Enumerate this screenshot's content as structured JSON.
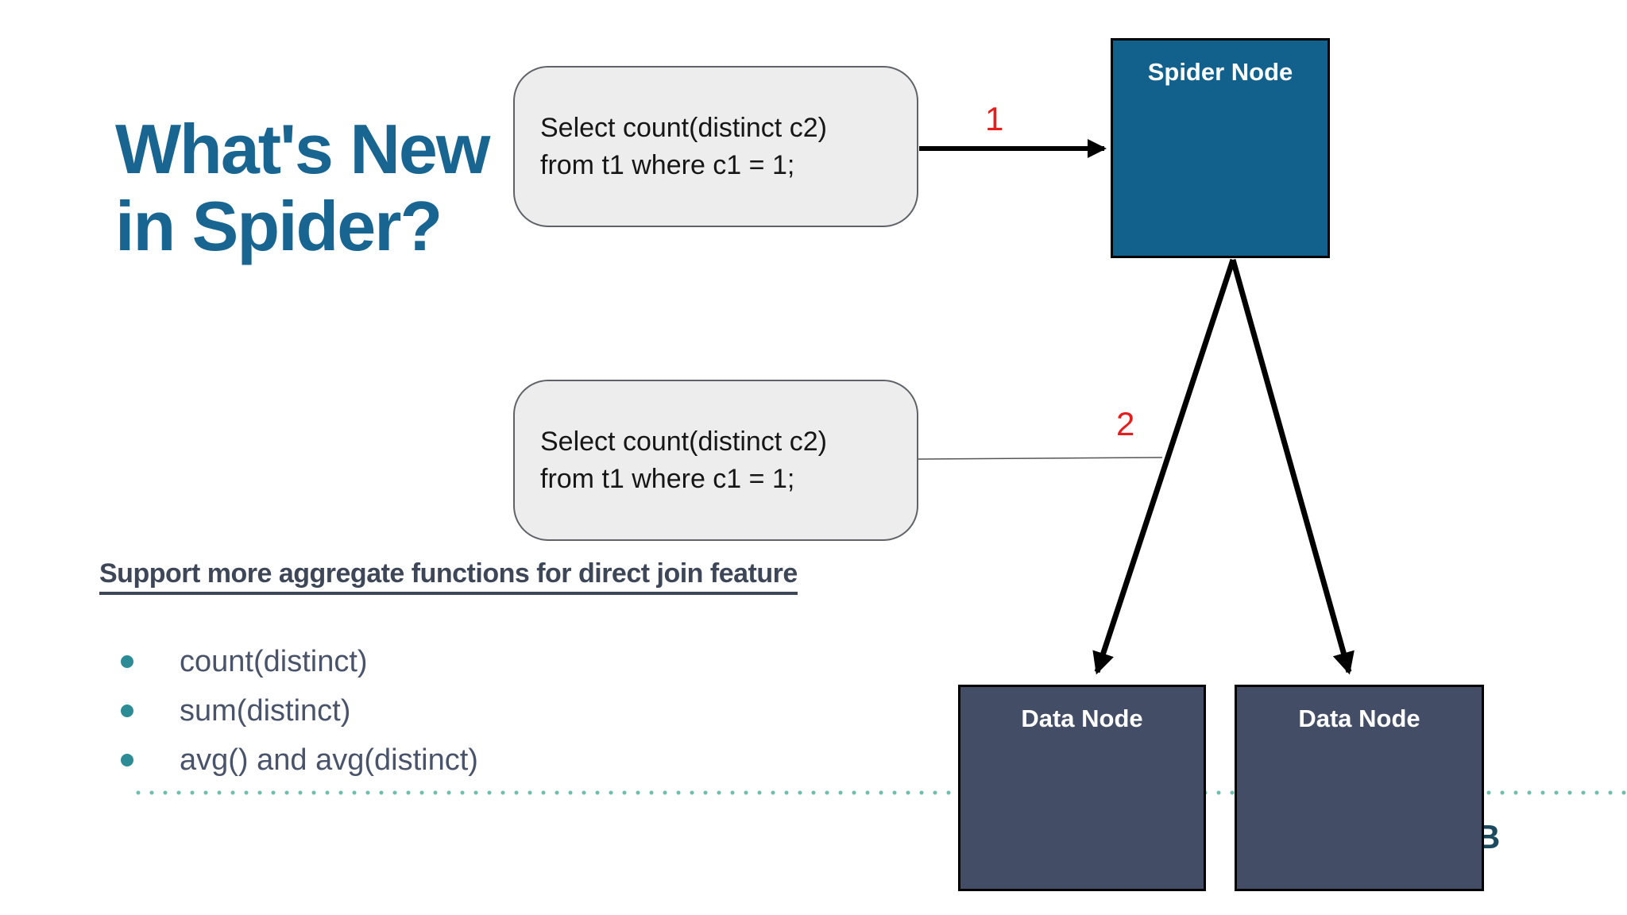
{
  "slide": {
    "title": "What's New\nin Spider?",
    "query_boxes": [
      {
        "text": "Select count(distinct c2)\nfrom t1 where c1 = 1;"
      },
      {
        "text": "Select count(distinct c2)\nfrom t1 where c1 = 1;"
      }
    ],
    "arrow_labels": {
      "step1": "1",
      "step2": "2"
    },
    "nodes": {
      "spider": {
        "label": "Spider Node"
      },
      "data_nodes": [
        {
          "label": "Data Node"
        },
        {
          "label": "Data Node"
        }
      ]
    },
    "heading": "Support more aggregate functions for direct join feature",
    "bullets": [
      "count(distinct)",
      "sum(distinct)",
      "avg() and avg(distinct)"
    ],
    "partial_logo_text": "B",
    "colors": {
      "title_blue": "#176590",
      "spider_node_fill": "#11618C",
      "data_node_fill": "#434E66",
      "bullet_teal": "#2B8C96",
      "body_slate": "#49536A",
      "heading_slate": "#3D4757",
      "step_red": "#E51D1D",
      "dotted_line_teal": "#56B29E",
      "logo_teal": "#1B4A5E",
      "query_box_fill": "#EDEDED"
    }
  }
}
